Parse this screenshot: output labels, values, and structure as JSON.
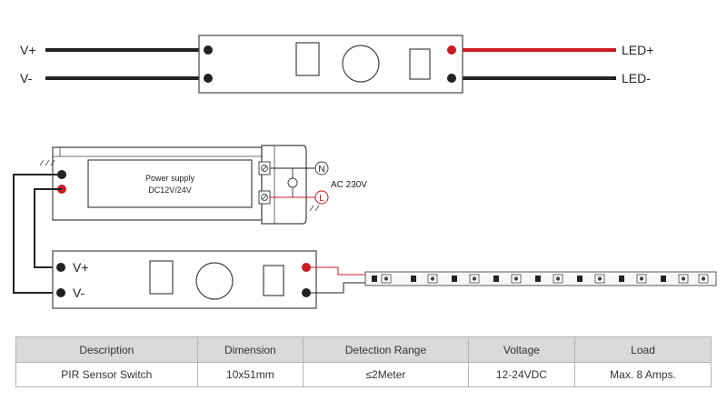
{
  "top_diagram": {
    "input_labels": [
      "V+",
      "V-"
    ],
    "output_labels": [
      "LED+",
      "LED-"
    ]
  },
  "bottom_diagram": {
    "power_supply_lines": [
      "Power supply",
      "DC12V/24V"
    ],
    "terminal_labels": [
      "N",
      "L"
    ],
    "ac_label": "AC 230V",
    "input_labels": [
      "V+",
      "V-"
    ]
  },
  "colors": {
    "wire_black": "#222222",
    "wire_red": "#cc1b24",
    "outline": "#444444",
    "led_body": "#f7f7f7"
  },
  "icons": [
    "pir-sensor-lens-icon",
    "led-chip-icon",
    "earth-ground-icon"
  ],
  "spec_table": {
    "headers": [
      "Description",
      "Dimension",
      "Detection Range",
      "Voltage",
      "Load"
    ],
    "rows": [
      [
        "PIR Sensor Switch",
        "10x51mm",
        "≤2Meter",
        "12-24VDC",
        "Max. 8 Amps."
      ]
    ]
  }
}
